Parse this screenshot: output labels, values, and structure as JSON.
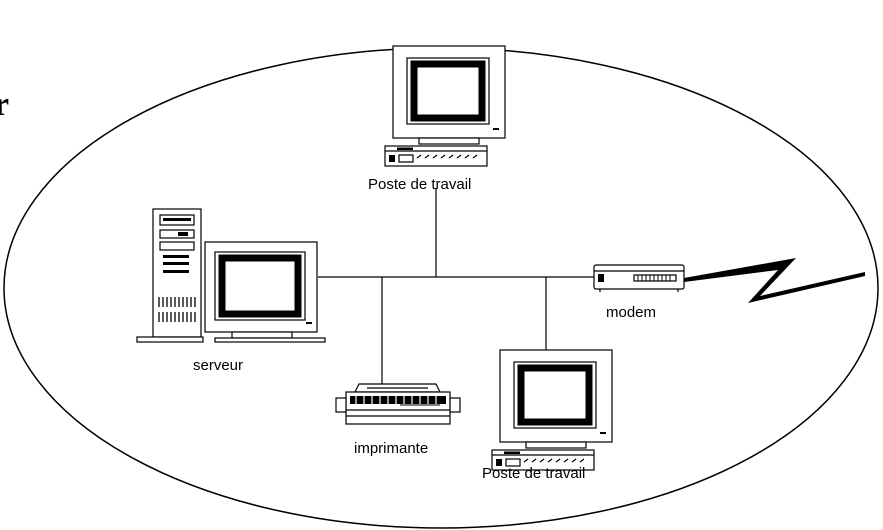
{
  "labels": {
    "top_workstation": "Poste de travail",
    "server": "serveur",
    "modem": "modem",
    "printer": "imprimante",
    "bottom_workstation": "Poste de travail",
    "edge_letter": "r"
  },
  "icons": {
    "workstation": "workstation-icon",
    "server": "server-tower-icon",
    "modem": "modem-icon",
    "printer": "printer-icon",
    "link": "lightning-bolt-icon"
  }
}
